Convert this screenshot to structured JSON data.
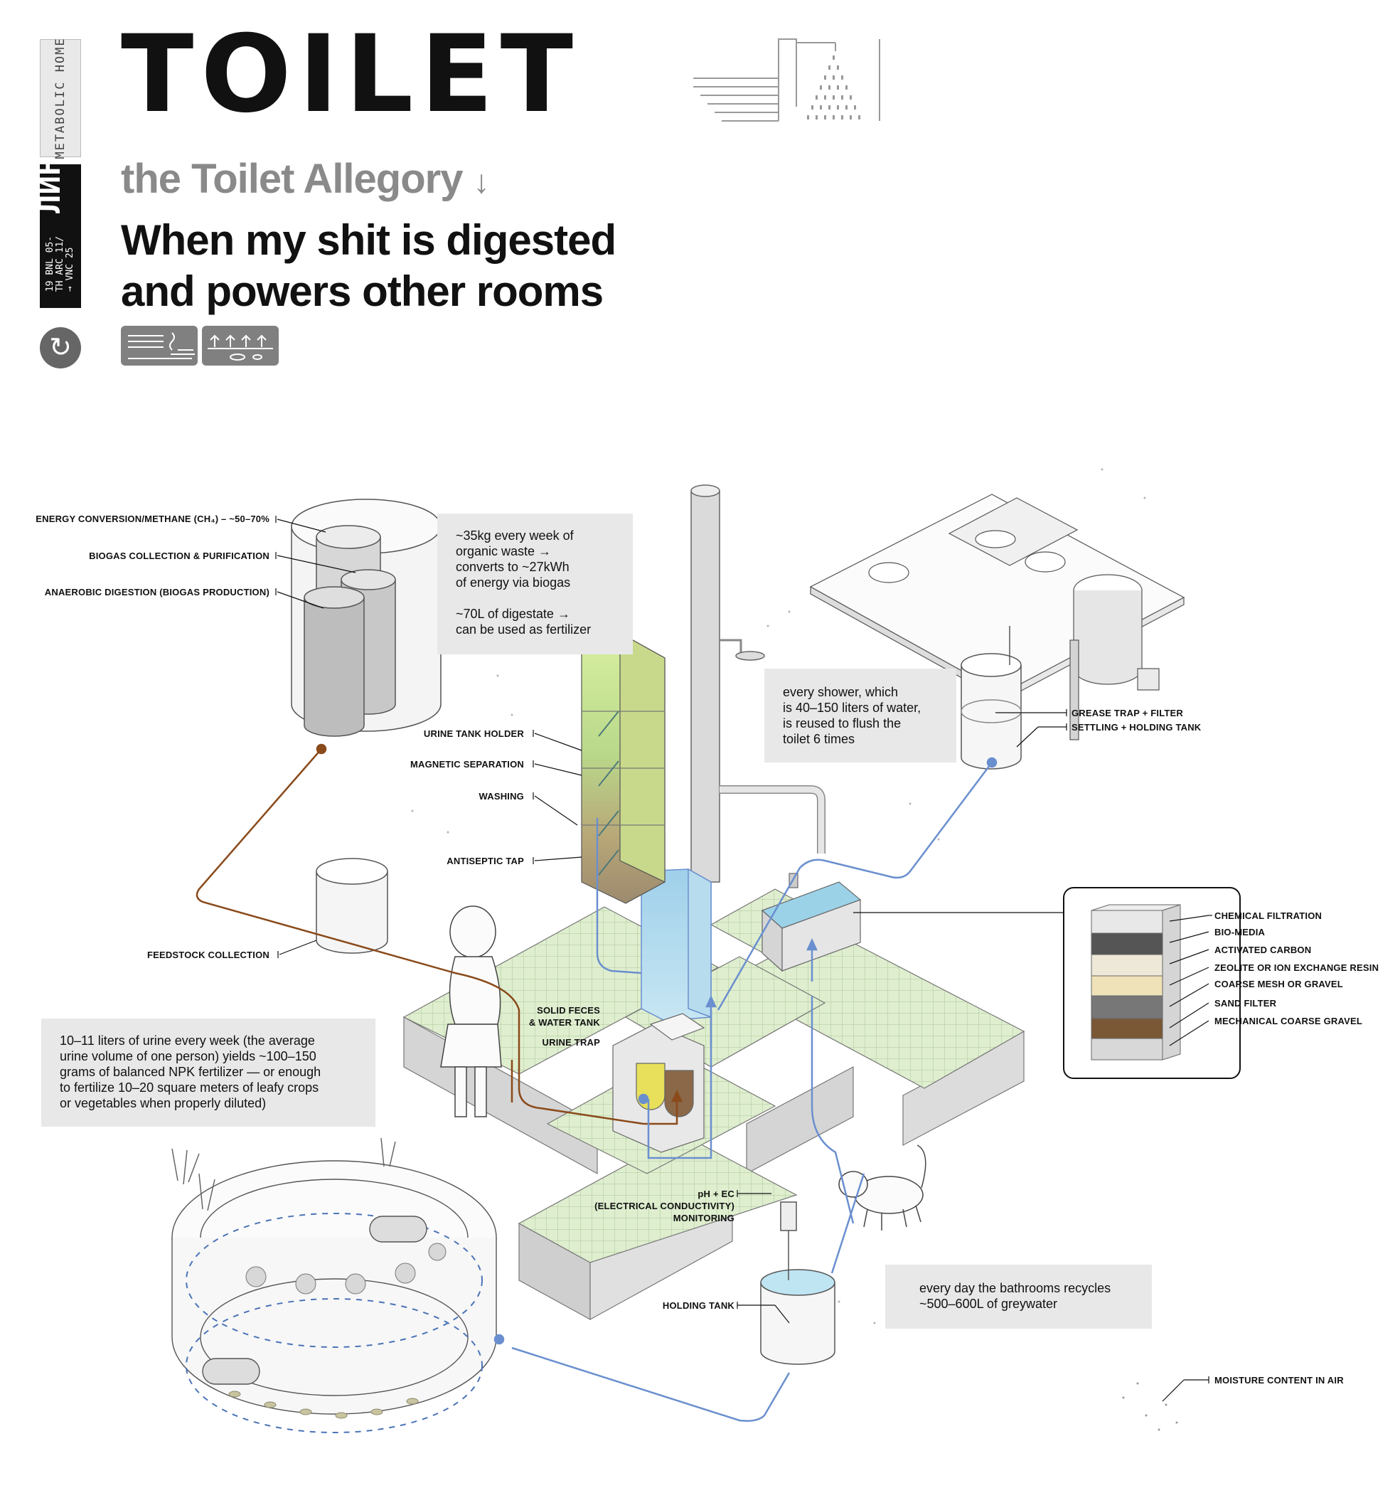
{
  "header": {
    "title": "TOILET",
    "subtitle": "the Toilet Allegory",
    "subtitle_arrow": "↓",
    "headline_line1": "When my shit is digested",
    "headline_line2": "and powers other rooms",
    "side_strip_top": "METABOLIC HOME",
    "side_strip_logo": "ЛИН",
    "side_strip_code": "19 BNL 05-\nTH ARC 11/\n→ VNC 25"
  },
  "icons": {
    "cycle": "recycle-icon",
    "badge_kitchen": "kitchen-icon",
    "badge_garden": "garden-icon",
    "shower": "shower-icon"
  },
  "callouts": {
    "biogas": "~35kg every week of\norganic waste →\nconverts to ~27kWh\nof energy via biogas\n\n~70L of digestate →\ncan be used as fertilizer",
    "shower": "every shower, which\nis  40–150 liters of water,\nis reused to flush the\ntoilet 6 times",
    "urine": "10–11 liters of urine every week (the average\nurine volume of one person) yields ~100–150\ngrams of balanced NPK fertilizer — or enough\nto fertilize 10–20 square meters of leafy crops\nor vegetables when properly diluted)",
    "greywater": "every day the bathrooms recycles\n~500–600L of greywater"
  },
  "labels": {
    "energy": "ENERGY CONVERSION/METHANE (CH₄) – ~50–70%",
    "biogas_collection": "BIOGAS COLLECTION & PURIFICATION",
    "anaerobic": "ANAEROBIC DIGESTION (BIOGAS PRODUCTION)",
    "urine_tank_holder": "URINE TANK HOLDER",
    "magnetic": "MAGNETIC SEPARATION",
    "washing": "WASHING",
    "antiseptic": "ANTISEPTIC TAP",
    "feedstock": "FEEDSTOCK COLLECTION",
    "solid_feces_1": "SOLID FECES",
    "solid_feces_2": "& WATER TANK",
    "urine_trap": "URINE TRAP",
    "grease": "GREASE TRAP + FILTER",
    "settling": "SETTLING + HOLDING TANK",
    "ph1": "pH + EC",
    "ph2": "(ELECTRICAL CONDUCTIVITY)",
    "ph3": "MONITORING",
    "holding": "HOLDING TANK",
    "moisture": "MOISTURE CONTENT IN AIR"
  },
  "filter_layers": [
    "CHEMICAL FILTRATION",
    "BIO-MEDIA",
    "ACTIVATED CARBON",
    "ZEOLITE OR ION EXCHANGE RESIN",
    "COARSE MESH OR GRAVEL",
    "SAND FILTER",
    "MECHANICAL COARSE GRAVEL"
  ],
  "colors": {
    "blue_flow": "#6a8fcf",
    "brown_flow": "#8a4a1a",
    "callout_bg": "#e8e8e8",
    "grid_green": "#dfeecf",
    "subtitle_grey": "#8a8a8a"
  }
}
